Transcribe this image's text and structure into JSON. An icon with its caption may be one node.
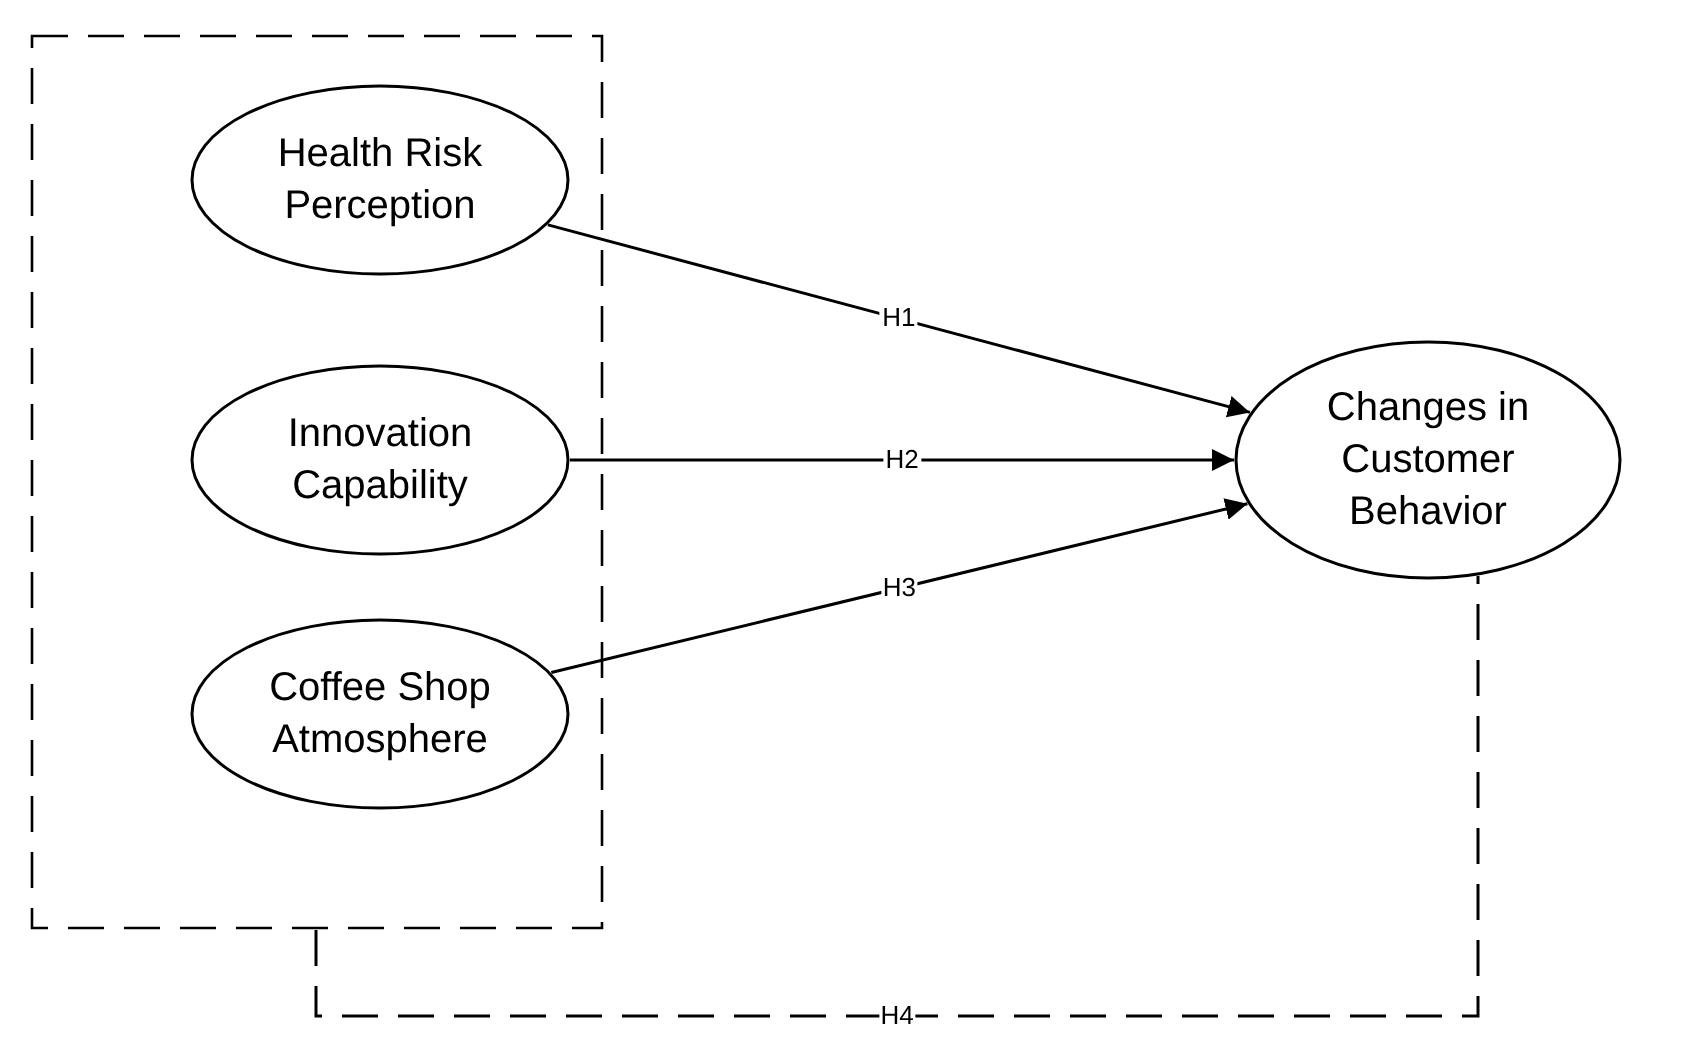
{
  "diagram": {
    "nodes": [
      {
        "text": [],
        "shape": "box"
      },
      {
        "text": [
          "Health Risk Perception"
        ],
        "in": 0
      },
      {
        "text": [
          "Innovation Capability"
        ],
        "in": 0
      },
      {
        "text": [
          "Coffee Shop Atmosphere"
        ],
        "in": 0
      },
      {
        "text": [
          "Changes in Customer Behavior"
        ]
      }
    ],
    "edges": [
      {
        "from": 1,
        "to": 4,
        "arrow": "to",
        "label": "H1"
      },
      {
        "from": 2,
        "to": 4,
        "arrow": "to",
        "label": "H2"
      },
      {
        "from": 3,
        "to": 4,
        "arrow": "to",
        "label": "H3"
      },
      {
        "from": 0,
        "to": 4,
        "arrow": "none",
        "label": "H4",
        "style": "dashed"
      }
    ]
  }
}
